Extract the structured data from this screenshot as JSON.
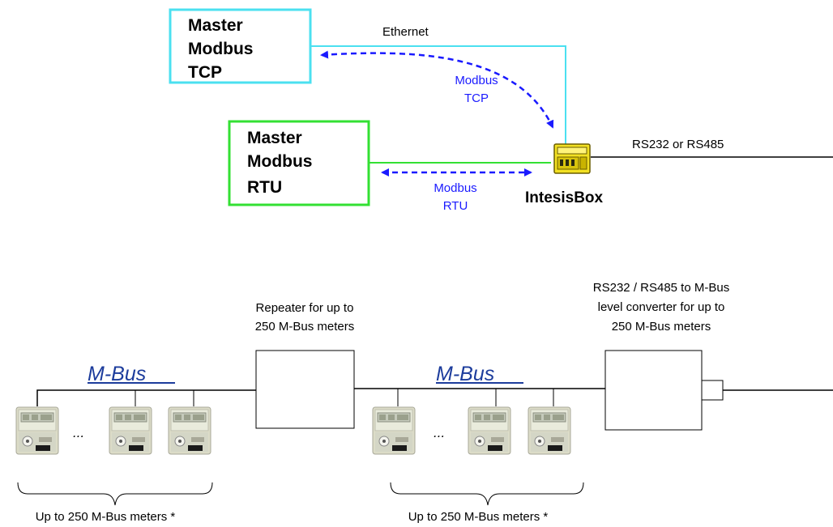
{
  "master_tcp": {
    "line1": "Master",
    "line2": "Modbus",
    "line3": "TCP",
    "border_color": "#4be0f0"
  },
  "master_rtu": {
    "line1": "Master",
    "line2": "Modbus",
    "line3": "RTU",
    "border_color": "#33e033"
  },
  "links": {
    "ethernet": "Ethernet",
    "modbus_tcp_1": "Modbus",
    "modbus_tcp_2": "TCP",
    "modbus_rtu_1": "Modbus",
    "modbus_rtu_2": "RTU",
    "serial": "RS232 or RS485",
    "arrow_color": "#1a1aff"
  },
  "gateway": {
    "label": "IntesisBox",
    "color": "#f2e022"
  },
  "repeater": {
    "line1": "Repeater for up to",
    "line2": "250 M-Bus meters"
  },
  "converter": {
    "line1": "RS232 / RS485 to M-Bus",
    "line2": "level converter for up to",
    "line3": "250 M-Bus meters"
  },
  "mbus_logo": {
    "text": "M-Bus",
    "color": "#1c3c9c"
  },
  "meter_groups": [
    {
      "caption": "Up to 250 M-Bus meters *",
      "ellipsis": "..."
    },
    {
      "caption": "Up to 250 M-Bus meters *",
      "ellipsis": "..."
    }
  ]
}
